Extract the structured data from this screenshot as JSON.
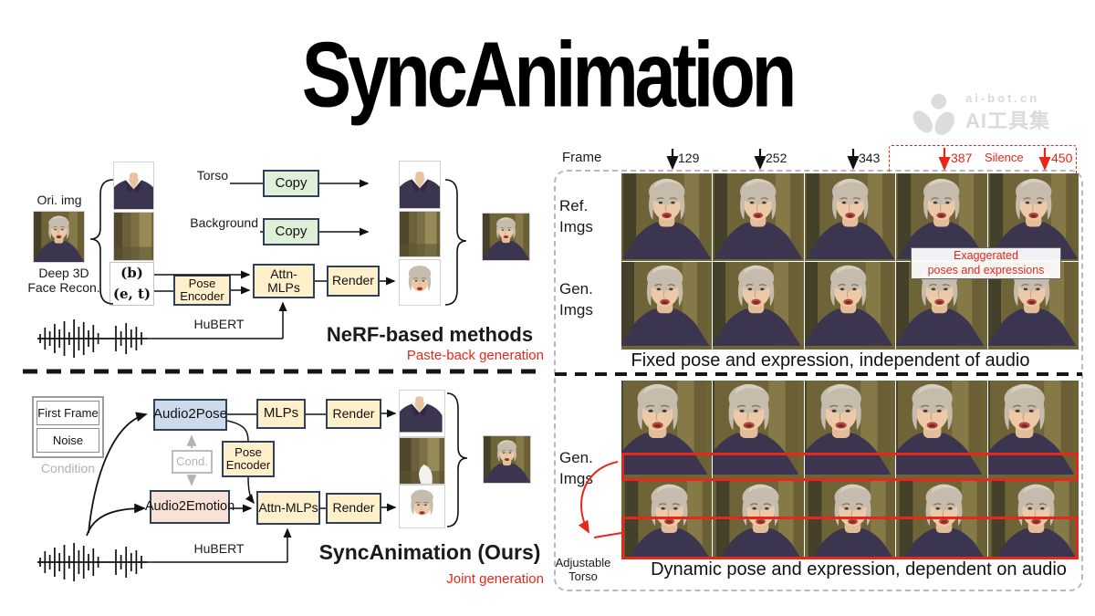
{
  "title": "SyncAnimation",
  "watermark": {
    "line1": "ai-bot.cn",
    "line2": "AI工具集"
  },
  "colors": {
    "accent_red": "#e8261a",
    "box_yellow": "#fdf0cb",
    "box_green": "#def0d8",
    "box_blue": "#ccdaec",
    "box_pink": "#f8e2d6",
    "border_navy": "#31405a"
  },
  "left_top": {
    "ori_img": "Ori. img",
    "deep3d_line1": "Deep 3D",
    "deep3d_line2": "Face Recon.",
    "torso": "Torso",
    "background": "Background",
    "copy": "Copy",
    "b": "(b)",
    "et": "(e, t)",
    "pose_encoder_line1": "Pose",
    "pose_encoder_line2": "Encoder",
    "attn_mlps": "Attn-MLPs",
    "render": "Render",
    "hubert": "HuBERT",
    "heading": "NeRF-based methods",
    "subheading": "Paste-back generation"
  },
  "left_bottom": {
    "first_frame": "First Frame",
    "noise": "Noise",
    "condition": "Condition",
    "audio2pose": "Audio2Pose",
    "cond": "Cond.",
    "pose_encoder_line1": "Pose",
    "pose_encoder_line2": "Encoder",
    "audio2emotion": "Audio2Emotion",
    "mlps": "MLPs",
    "render_top": "Render",
    "attn_mlps": "Attn-MLPs",
    "render_bottom": "Render",
    "hubert": "HuBERT",
    "heading": "SyncAnimation (Ours)",
    "subheading": "Joint generation"
  },
  "right": {
    "frame_label": "Frame",
    "frames": [
      {
        "num": "129",
        "color": "black"
      },
      {
        "num": "252",
        "color": "black"
      },
      {
        "num": "343",
        "color": "black"
      },
      {
        "num": "387",
        "color": "red"
      },
      {
        "num": "450",
        "color": "red"
      }
    ],
    "silence": "Silence",
    "top": {
      "row1_label_line1": "Ref.",
      "row1_label_line2": "Imgs",
      "row2_label_line1": "Gen.",
      "row2_label_line2": "Imgs",
      "note_line1": "Exaggerated",
      "note_line2": "poses and expressions",
      "caption": "Fixed pose and expression, independent of audio"
    },
    "bottom": {
      "label_line1": "Gen.",
      "label_line2": "Imgs",
      "adjustable_line1": "Adjustable",
      "adjustable_line2": "Torso",
      "caption": "Dynamic pose and expression, dependent on audio"
    }
  }
}
